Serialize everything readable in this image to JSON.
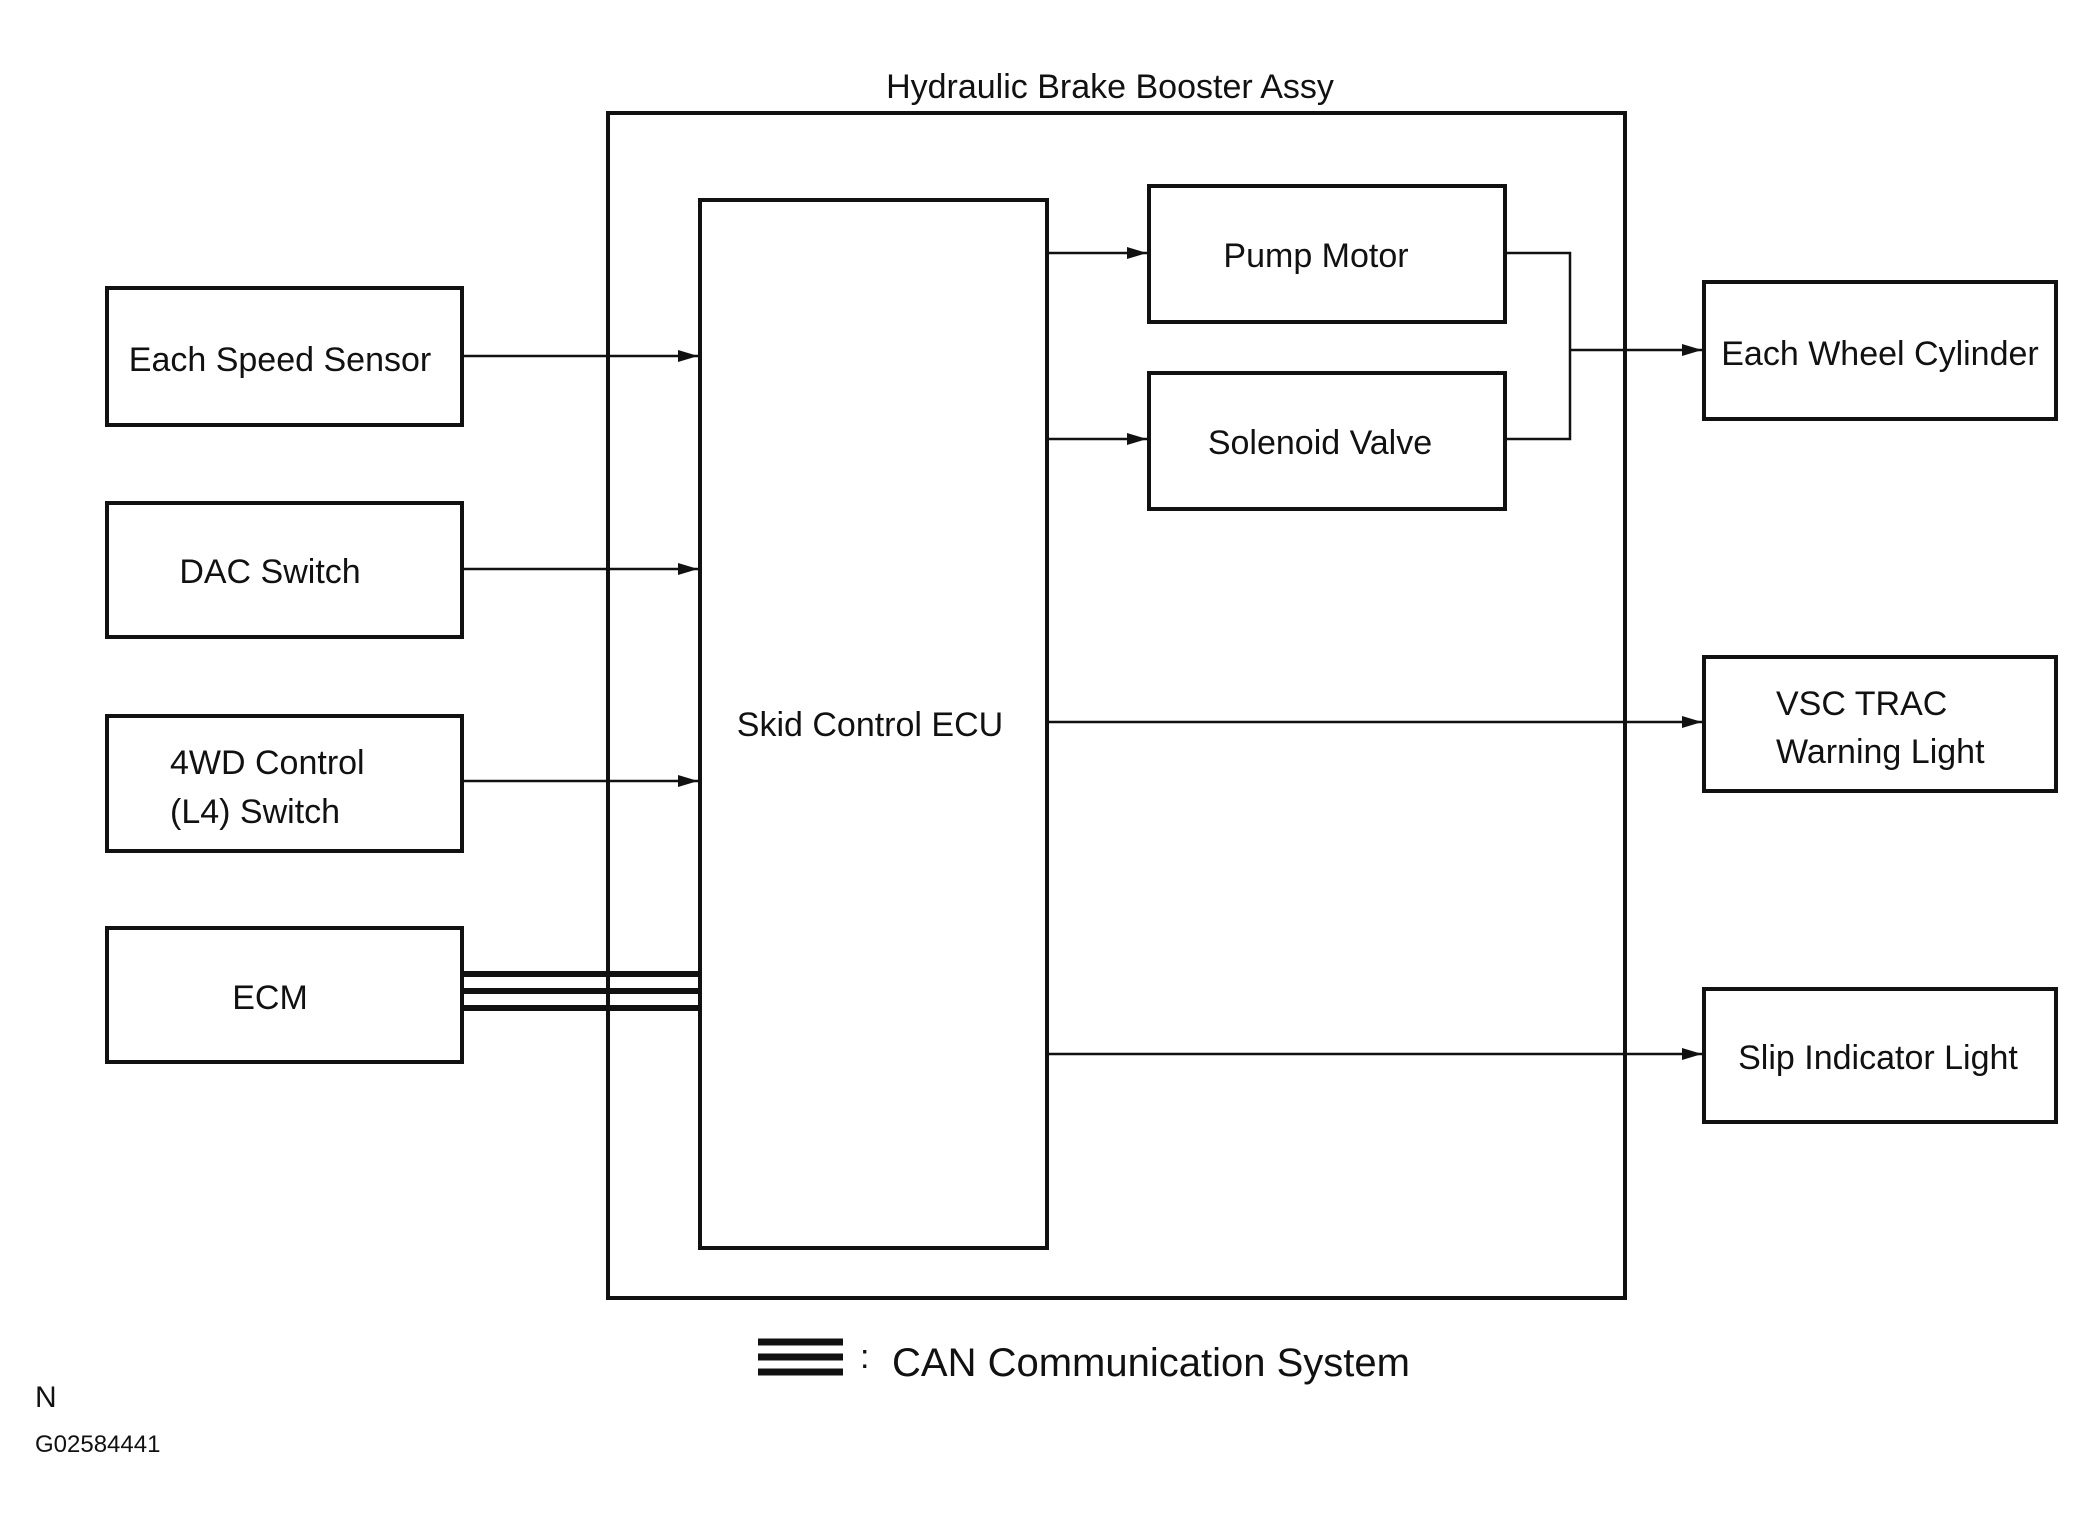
{
  "assembly_label": "Hydraulic Brake Booster Assy",
  "inputs": {
    "speed_sensor": "Each Speed Sensor",
    "dac_switch": "DAC Switch",
    "fourwd_line1": "4WD Control",
    "fourwd_line2": "(L4) Switch",
    "ecm": "ECM"
  },
  "ecu": "Skid Control ECU",
  "actuators": {
    "pump_motor": "Pump Motor",
    "solenoid_valve": "Solenoid Valve"
  },
  "outputs": {
    "wheel_cylinder": "Each Wheel Cylinder",
    "vsc_line1": "VSC TRAC",
    "vsc_line2": "Warning Light",
    "slip_indicator": "Slip Indicator Light"
  },
  "legend": {
    "separator": ":",
    "label": "CAN Communication System"
  },
  "footer": {
    "letter": "N",
    "figure_code": "G02584441"
  }
}
